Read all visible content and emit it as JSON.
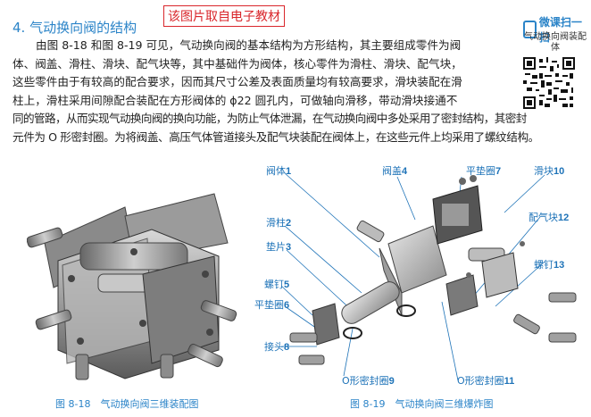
{
  "heading": "4. 气动换向阀的结构",
  "source_stamp": "该图片取自电子教材",
  "qr": {
    "title": "微课扫一扫",
    "subtitle": "气动换向阀装配体"
  },
  "paragraph_lines": [
    "由图 8-18 和图 8-19 可见，气动换向阀的基本结构为方形结构，其主要组成零件为阀",
    "体、阀盖、滑柱、滑块、配气块等，其中基础件为阀体，核心零件为滑柱、滑块、配气块，",
    "这些零件由于有较高的配合要求，因而其尺寸公差及表面质量均有较高要求，滑块装配在滑",
    "柱上，滑柱采用间隙配合装配在方形阀体的 ϕ22 圆孔内，可做轴向滑移，带动滑块接通不",
    "同的管路，从而实现气动换向阀的换向功能，为防止气体泄漏，在气动换向阀中多处采用了密封结构，其密封",
    "元件为 O 形密封圈。为将阀盖、高压气体管道接头及配气块装配在阀体上，在这些元件上均采用了螺纹结构。"
  ],
  "figures": {
    "fig_8_18_caption": "图 8-18　气动换向阀三维装配图",
    "fig_8_19_caption": "图 8-19　气动换向阀三维爆炸图"
  },
  "part_labels": {
    "l1": {
      "name": "阀体",
      "num": "1"
    },
    "l2": {
      "name": "滑柱",
      "num": "2"
    },
    "l3": {
      "name": "垫片",
      "num": "3"
    },
    "l4": {
      "name": "阀盖",
      "num": "4"
    },
    "l5": {
      "name": "螺钉",
      "num": "5"
    },
    "l6": {
      "name": "平垫圈",
      "num": "6"
    },
    "l7": {
      "name": "平垫圈",
      "num": "7"
    },
    "l8": {
      "name": "接头",
      "num": "8"
    },
    "l9": {
      "name": "O形密封圈",
      "num": "9"
    },
    "l10": {
      "name": "滑块",
      "num": "10"
    },
    "l11": {
      "name": "O形密封圈",
      "num": "11"
    },
    "l12": {
      "name": "配气块",
      "num": "12"
    },
    "l13": {
      "name": "螺钉",
      "num": "13"
    }
  }
}
